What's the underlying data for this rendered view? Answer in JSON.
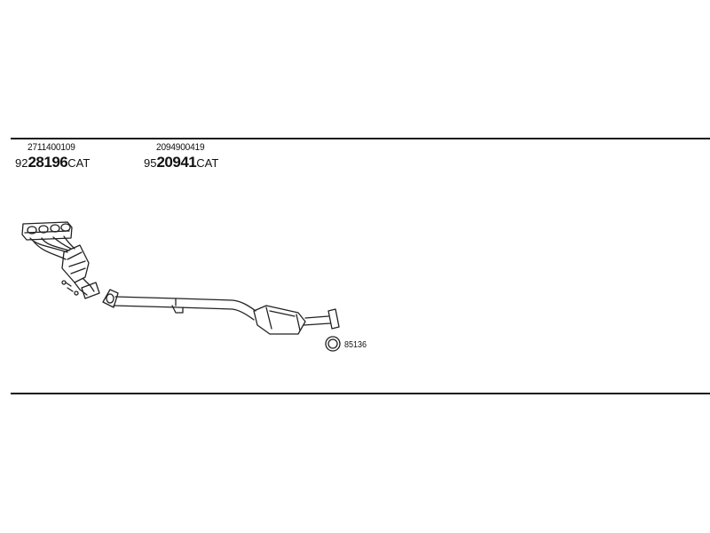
{
  "parts": [
    {
      "oe_number": "2711400109",
      "code_prefix": "92",
      "code_main": "28196",
      "code_suffix": "CAT"
    },
    {
      "oe_number": "2094900419",
      "code_prefix": "95",
      "code_main": "20941",
      "code_suffix": "CAT"
    }
  ],
  "callouts": [
    {
      "label": "85136"
    }
  ]
}
